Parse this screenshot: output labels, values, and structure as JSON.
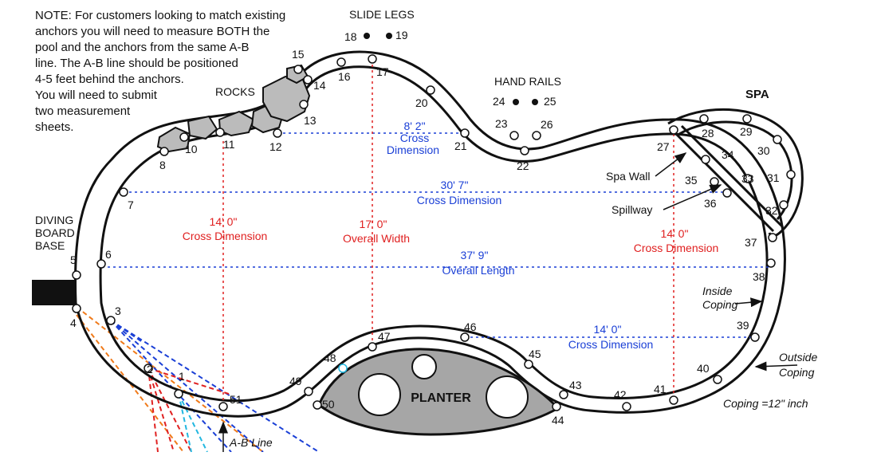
{
  "note": {
    "lines": [
      "NOTE:  For customers looking to match existing",
      "anchors you will need to measure BOTH the",
      "pool and the anchors from the same A-B",
      "line. The A-B line should be positioned",
      "4-5 feet behind the anchors.",
      "You will need to submit",
      "two measurement",
      "sheets."
    ]
  },
  "labels": {
    "slide_legs": "SLIDE LEGS",
    "hand_rails": "HAND RAILS",
    "rocks": "ROCKS",
    "spa": "SPA",
    "diving_board_base": [
      "DIVING",
      "BOARD",
      "BASE"
    ],
    "spa_wall": "Spa Wall",
    "spillway": "Spillway",
    "inside_coping": [
      "Inside",
      "Coping"
    ],
    "outside_coping": [
      "Outside",
      "Coping"
    ],
    "coping_note": "Coping =12\" inch",
    "planter": "PLANTER",
    "ab_line": "A-B Line"
  },
  "dimensions": [
    {
      "value": "8' 2\"",
      "label": "Cross Dimension",
      "color": "#1a3fd6"
    },
    {
      "value": "30' 7\"",
      "label": "Cross Dimension",
      "color": "#1a3fd6"
    },
    {
      "value": "14' 0\"",
      "label": "Cross Dimension",
      "color": "#e02020"
    },
    {
      "value": "17' 0\"",
      "label": "Overall Width",
      "color": "#e02020"
    },
    {
      "value": "14' 0\"",
      "label": "Cross Dimension",
      "color": "#e02020"
    },
    {
      "value": "37' 9\"",
      "label": "Overall Length",
      "color": "#1a3fd6"
    },
    {
      "value": "14' 0\"",
      "label": "Cross Dimension",
      "color": "#1a3fd6"
    }
  ],
  "points": [
    "1",
    "2",
    "3",
    "4",
    "5",
    "6",
    "7",
    "8",
    "10",
    "11",
    "12",
    "13",
    "14",
    "15",
    "16",
    "17",
    "18",
    "19",
    "20",
    "21",
    "22",
    "23",
    "24",
    "25",
    "26",
    "27",
    "28",
    "29",
    "30",
    "31",
    "32",
    "33",
    "34",
    "35",
    "36",
    "37",
    "38",
    "39",
    "40",
    "41",
    "42",
    "43",
    "44",
    "45",
    "46",
    "47",
    "48",
    "49",
    "50",
    "51"
  ],
  "colors": {
    "blue_dim": "#1a3fd6",
    "red_dim": "#e02020",
    "orange_line": "#f07a1a",
    "cyan_line": "#22b7e0",
    "outline": "#111111",
    "planter_fill": "#a6a6a6"
  }
}
